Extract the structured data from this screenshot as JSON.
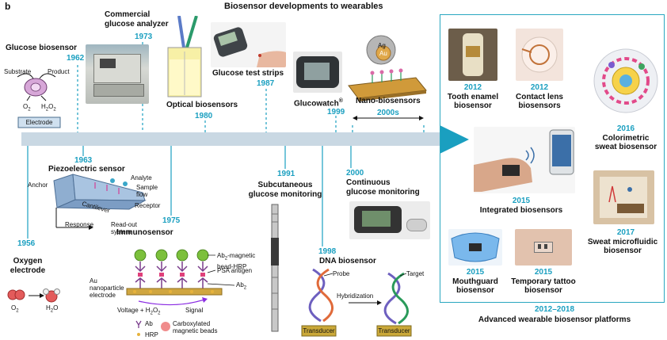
{
  "panel_letter": "b",
  "title": "Biosensor developments to wearables",
  "colors": {
    "timeline": "#c9d8e3",
    "accent": "#1a9fc0",
    "frame": "#2aa7c0"
  },
  "milestones": {
    "glucose_biosensor": {
      "label": "Glucose biosensor",
      "year": "1962",
      "diagram": {
        "substrate": "Substrate",
        "product": "Product",
        "o2": "O",
        "o2_sub": "2",
        "h2o2": "H",
        "h2o2_sub": "2",
        "h2o2_o": "O",
        "h2o2_sub2": "2",
        "electrode": "Electrode"
      }
    },
    "commercial_analyzer": {
      "label_line1": "Commercial",
      "label_line2": "glucose analyzer",
      "year": "1973"
    },
    "optical": {
      "label": "Optical biosensors",
      "year": "1980"
    },
    "test_strips": {
      "label": "Glucose test strips",
      "year": "1987"
    },
    "glucowatch": {
      "label": "Glucowatch",
      "reg": "®",
      "year": "1999"
    },
    "nano": {
      "label": "Nano-biosensors",
      "year": "2000s",
      "ag": "Ag",
      "au": "Au"
    },
    "piezo": {
      "year": "1963",
      "label": "Piezoelectric sensor",
      "parts": {
        "anchor": "Anchor",
        "analyte": "Analyte",
        "sample1": "Sample",
        "sample2": "flow",
        "receptor": "Receptor",
        "cantilever": "Cantilever",
        "response": "Response",
        "readout1": "Read-out",
        "readout2": "system"
      }
    },
    "oxygen": {
      "year": "1956",
      "label_line1": "Oxygen",
      "label_line2": "electrode",
      "o2": "O",
      "o2_sub": "2",
      "h2o": "H",
      "h2o_sub": "2",
      "h2o_o": "O"
    },
    "immunosensor": {
      "year": "1975",
      "label": "Immunosensor",
      "parts": {
        "ab2_bead_1": "Ab",
        "ab2_bead_sub": "2",
        "ab2_bead_2": "-magnetic",
        "ab2_bead_3": "bead-HRP",
        "psa": "PSA antigen",
        "ab2": "Ab",
        "ab2_sub": "2",
        "au1": "Au",
        "au2": "nanoparticle",
        "au3": "electrode",
        "voltage": "Voltage + H",
        "voltage_sub": "2",
        "voltage_o": "O",
        "voltage_sub2": "2",
        "signal": "Signal",
        "legend_ab": "Ab",
        "legend_hrp": "HRP",
        "legend_beads1": "Carboxylated",
        "legend_beads2": "magnetic beads"
      }
    },
    "subcutaneous": {
      "year": "1991",
      "label_line1": "Subcutaneous",
      "label_line2": "glucose monitoring"
    },
    "continuous": {
      "year": "2000",
      "label_line1": "Continuous",
      "label_line2": "glucose monitoring"
    },
    "dna": {
      "year": "1998",
      "label": "DNA biosensor",
      "parts": {
        "probe": "Probe",
        "target": "Target",
        "hybridization": "Hybridization",
        "transducer1": "Transducer",
        "transducer2": "Transducer"
      }
    }
  },
  "wearables": {
    "tooth": {
      "year": "2012",
      "line1": "Tooth enamel",
      "line2": "biosensor"
    },
    "contact": {
      "year": "2012",
      "line1": "Contact lens",
      "line2": "biosensors"
    },
    "colorimetric": {
      "year": "2016",
      "line1": "Colorimetric",
      "line2": "sweat biosensor"
    },
    "integrated": {
      "year": "2015",
      "line1": "Integrated biosensors"
    },
    "microfluidic": {
      "year": "2017",
      "line1": "Sweat microfluidic",
      "line2": "biosensor"
    },
    "mouthguard": {
      "year": "2015",
      "line1": "Mouthguard",
      "line2": "biosensor"
    },
    "tattoo": {
      "year": "2015",
      "line1": "Temporary tattoo",
      "line2": "biosensor"
    },
    "period": "2012–2018",
    "caption": "Advanced wearable biosensor platforms"
  }
}
